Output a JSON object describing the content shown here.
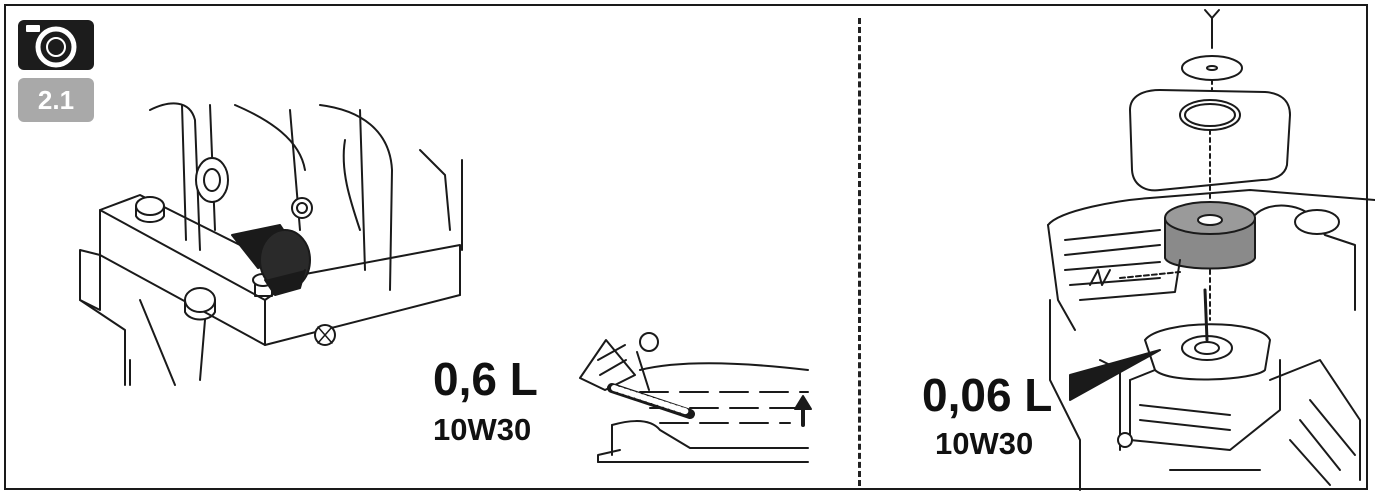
{
  "step": {
    "icon": "camera-icon",
    "number": "2.1"
  },
  "left_panel": {
    "volume": "0,6 L",
    "oil_grade": "10W30"
  },
  "right_panel": {
    "volume": "0,06 L",
    "oil_grade": "10W30"
  },
  "colors": {
    "line": "#1a1a1a",
    "badge_dark": "#1c1c1c",
    "badge_grey": "#a9a9a9",
    "foam_filter": "#8a8a8a"
  }
}
